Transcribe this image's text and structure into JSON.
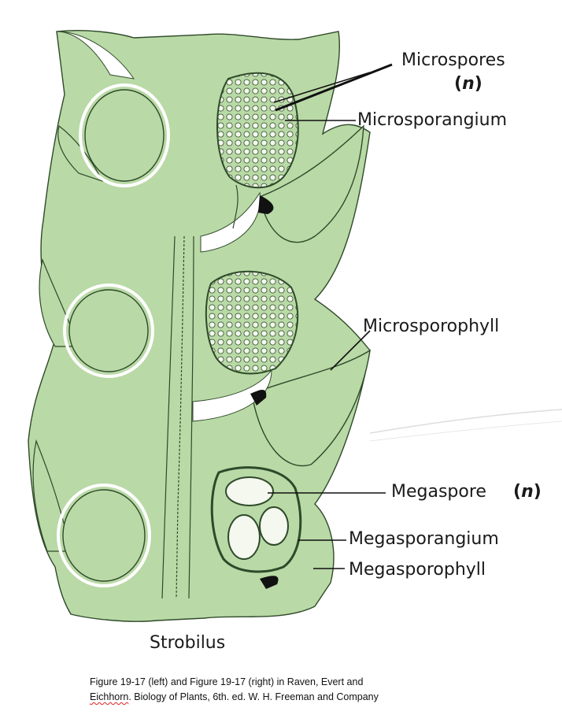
{
  "labels": {
    "microspores": "Microspores",
    "microspores_ploidy": "(n)",
    "microsporangium": "Microsporangium",
    "microsporophyll": "Microsporophyll",
    "megaspore": "Megaspore",
    "megaspore_ploidy": "(n)",
    "megasporangium": "Megasporangium",
    "megasporophyll": "Megasporophyll",
    "strobilus": "Strobilus"
  },
  "caption": {
    "line1": "Figure 19-17 (left) and Figure 19-17 (right)  in Raven, Evert and",
    "line2_marked": "Eichhorn",
    "line2_rest": ". Biology of Plants, 6th. ed. W. H. Freeman and Company"
  },
  "colors": {
    "tissue": "#b9d9a6",
    "tissue_outline": "#2f4a2a",
    "sporangium_cell": "#f4f8ef",
    "leader_line": "#111111"
  }
}
